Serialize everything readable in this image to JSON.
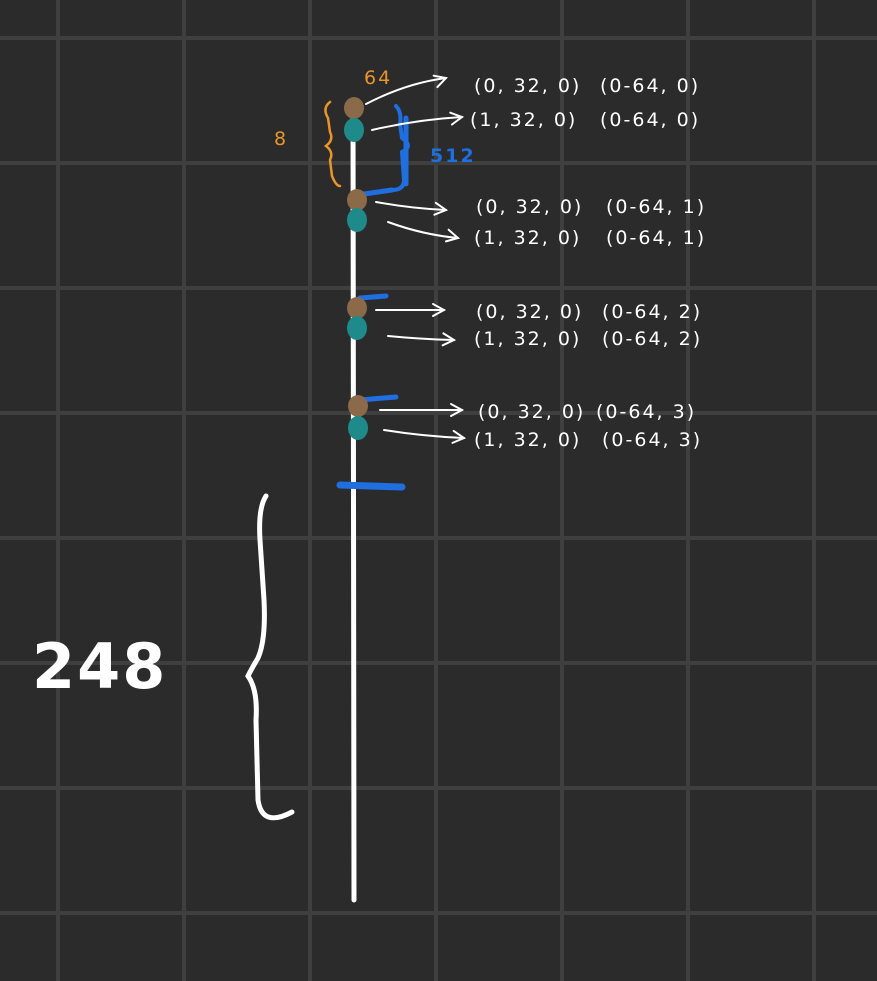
{
  "colors": {
    "background": "#2b2b2b",
    "grid": "#3f3f3f",
    "stroke": "#ffffff",
    "blue": "#1f6fe0",
    "orange": "#e8952a",
    "dot_brown": "#8a6a48",
    "dot_teal": "#1e8a8a"
  },
  "labels": {
    "top_64": "64",
    "size_8": "8",
    "size_512": "512",
    "size_248": "248"
  },
  "rows": [
    {
      "coord": "(0, 32, 0)",
      "range": "(0-64, 0)"
    },
    {
      "coord": "(1, 32, 0)",
      "range": "(0-64, 0)"
    },
    {
      "coord": "(0, 32, 0)",
      "range": "(0-64, 1)"
    },
    {
      "coord": "(1, 32, 0)",
      "range": "(0-64, 1)"
    },
    {
      "coord": "(0, 32, 0)",
      "range": "(0-64, 2)"
    },
    {
      "coord": "(1, 32, 0)",
      "range": "(0-64, 2)"
    },
    {
      "coord": "(0, 32, 0)",
      "range": "(0-64, 3)"
    },
    {
      "coord": "(1, 32, 0)",
      "range": "(0-64, 3)"
    }
  ]
}
